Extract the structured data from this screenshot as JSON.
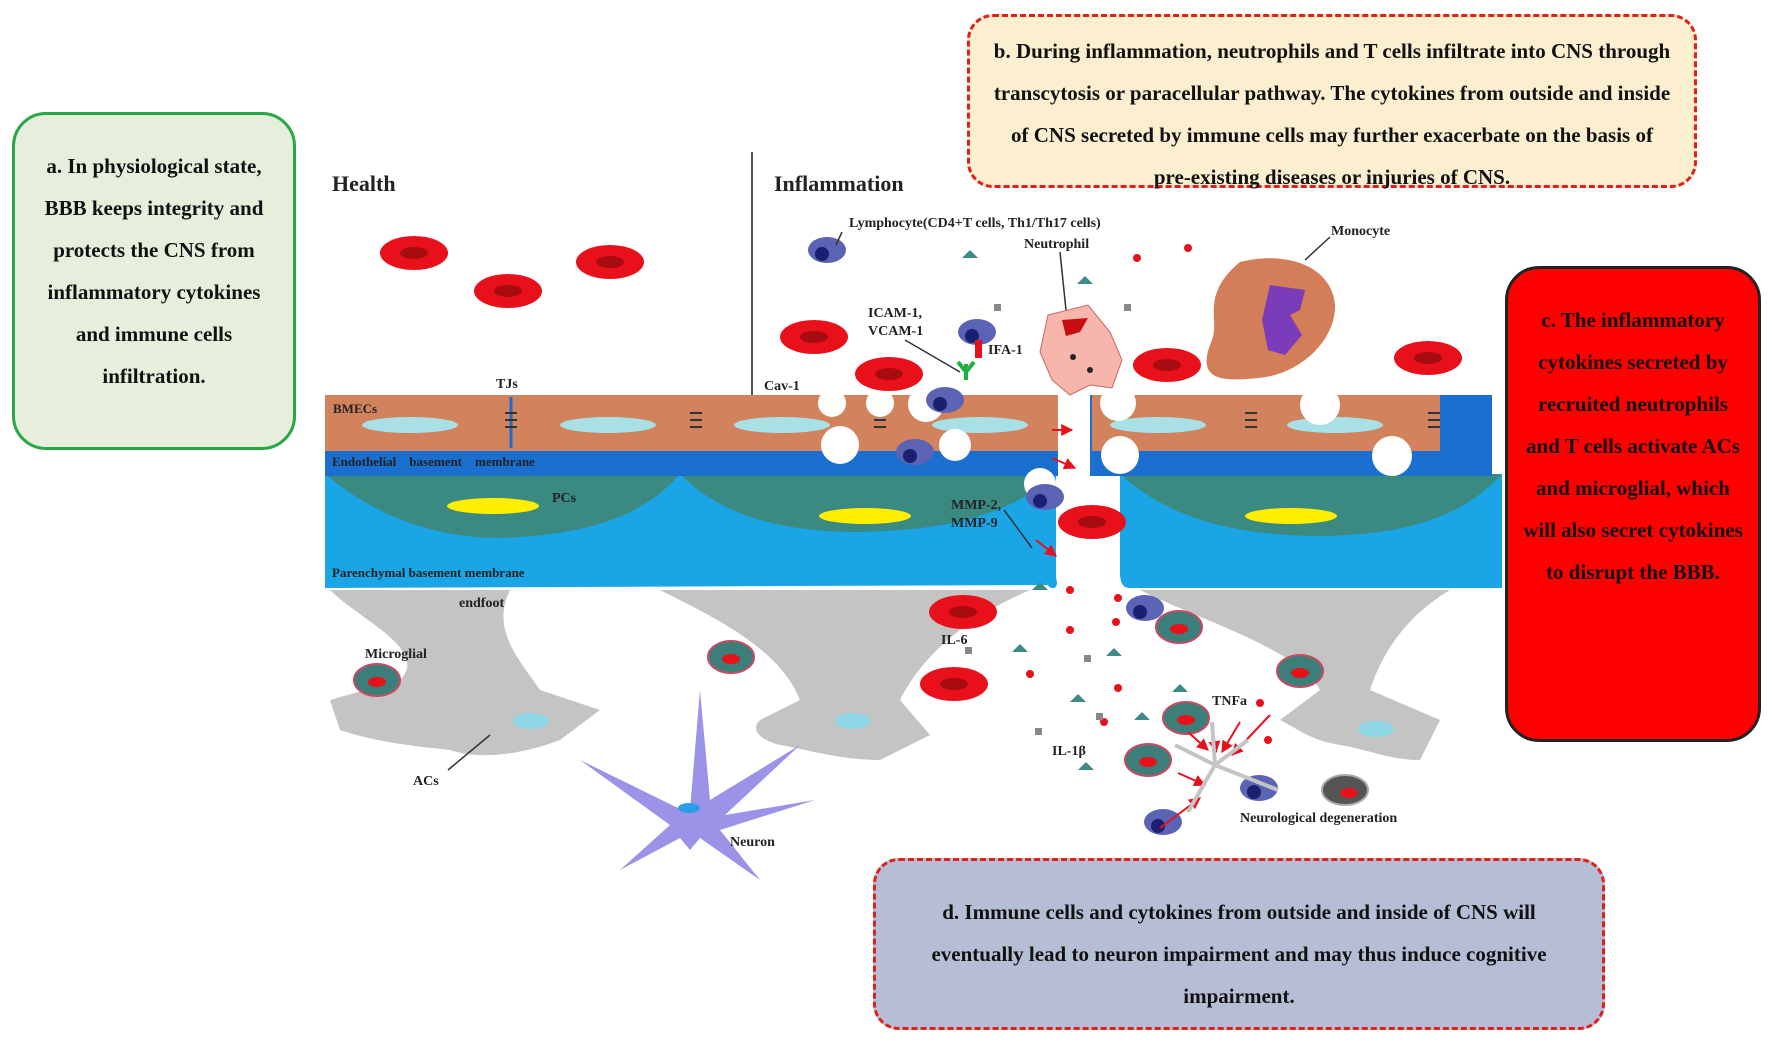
{
  "boxes": {
    "a": "a. In physiological state, BBB keeps integrity and protects the CNS from inflammatory cytokines and immune cells infiltration.",
    "b": "b. During inflammation, neutrophils and T cells infiltrate into CNS through transcytosis or  paracellular pathway. The cytokines from outside and inside of CNS secreted by immune cells may further exacerbate on the basis of pre-existing diseases or injuries of CNS.",
    "c": "c. The inflammatory cytokines secreted by recruited neutrophils and T cells activate ACs and microglial, which will also secret cytokines to disrupt the BBB.",
    "d": "d. Immune cells and cytokines from outside and inside of CNS will eventually lead to neuron impairment and may thus induce cognitive impairment."
  },
  "sections": {
    "health": "Health",
    "inflammation": "Inflammation"
  },
  "labels": {
    "lymphocyte": "Lymphocyte(CD4+T cells, Th1/Th17 cells)",
    "neutrophil": "Neutrophil",
    "monocyte": "Monocyte",
    "icam": "ICAM-1,",
    "vcam": "VCAM-1",
    "ifa": "IFA-1",
    "cav": "Cav-1",
    "tjs": "TJs",
    "bmecs": "BMECs",
    "endothelial": "Endothelial    basement    membrane",
    "pcs": "PCs",
    "mmp2": "MMP-2,",
    "mmp9": "MMP-9",
    "parenchymal": "Parenchymal basement membrane",
    "endfoot": "endfoot",
    "microglial": "Microglial",
    "il6": "IL-6",
    "tnfa": "TNFa",
    "il1b": "IL-1β",
    "acs": "ACs",
    "neuron": "Neuron",
    "neuro_deg": "Neurological degeneration"
  },
  "colors": {
    "rbc": "#e8101a",
    "endothelium": "#d2825c",
    "basement": "#1a6fcf",
    "pericyte_layer": "#1aa6e6",
    "pericyte": "#ffee00",
    "astrocyte": "#c4c4c4",
    "microglia": "#3c7f7a",
    "lymphocyte": "#5b63b5",
    "neuron": "#9b93e8",
    "neutrophil": "#f6b6ac",
    "monocyte": "#d47d59"
  }
}
